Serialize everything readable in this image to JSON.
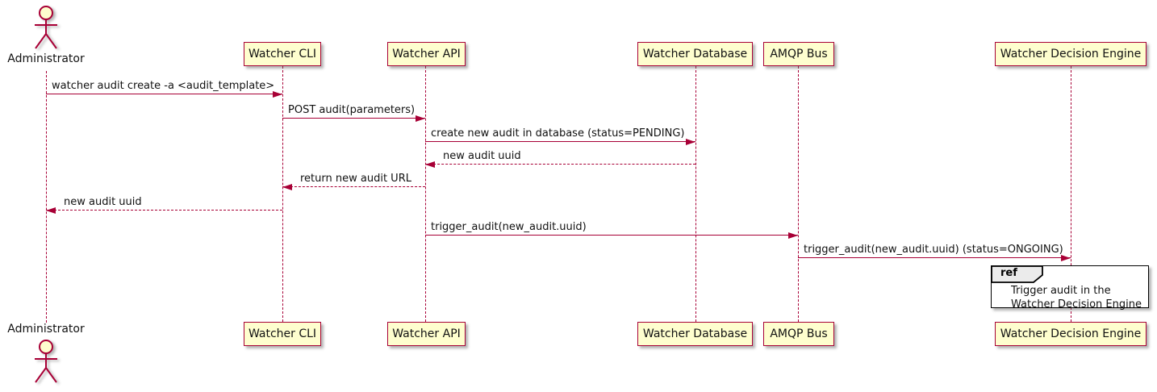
{
  "diagram": {
    "kind": "uml-sequence-diagram",
    "colors": {
      "accent": "#A80036",
      "participant_fill": "#FEFECE",
      "ref_header_fill": "#EBEBEB",
      "text": "#111111"
    }
  },
  "participants": [
    {
      "id": "administrator",
      "label": "Administrator",
      "kind": "actor"
    },
    {
      "id": "watcher-cli",
      "label": "Watcher CLI",
      "kind": "participant"
    },
    {
      "id": "watcher-api",
      "label": "Watcher API",
      "kind": "participant"
    },
    {
      "id": "watcher-database",
      "label": "Watcher Database",
      "kind": "participant"
    },
    {
      "id": "amqp-bus",
      "label": "AMQP Bus",
      "kind": "participant"
    },
    {
      "id": "watcher-decision-engine",
      "label": "Watcher Decision Engine",
      "kind": "participant"
    }
  ],
  "messages": [
    {
      "from": "Administrator",
      "to": "Watcher CLI",
      "label": "watcher audit create -a <audit_template>",
      "style": "solid"
    },
    {
      "from": "Watcher CLI",
      "to": "Watcher API",
      "label": "POST audit(parameters)",
      "style": "solid"
    },
    {
      "from": "Watcher API",
      "to": "Watcher Database",
      "label": "create new audit in database (status=PENDING)",
      "style": "solid"
    },
    {
      "from": "Watcher Database",
      "to": "Watcher API",
      "label": "new audit uuid",
      "style": "dashed"
    },
    {
      "from": "Watcher API",
      "to": "Watcher CLI",
      "label": "return new audit URL",
      "style": "dashed"
    },
    {
      "from": "Watcher CLI",
      "to": "Administrator",
      "label": "new audit uuid",
      "style": "dashed"
    },
    {
      "from": "Watcher API",
      "to": "AMQP Bus",
      "label": "trigger_audit(new_audit.uuid)",
      "style": "solid"
    },
    {
      "from": "AMQP Bus",
      "to": "Watcher Decision Engine",
      "label": "trigger_audit(new_audit.uuid) (status=ONGOING)",
      "style": "solid"
    }
  ],
  "ref_fragment": {
    "keyword": "ref",
    "over": "Watcher Decision Engine",
    "line1": "Trigger audit in the",
    "line2": "Watcher Decision Engine"
  }
}
